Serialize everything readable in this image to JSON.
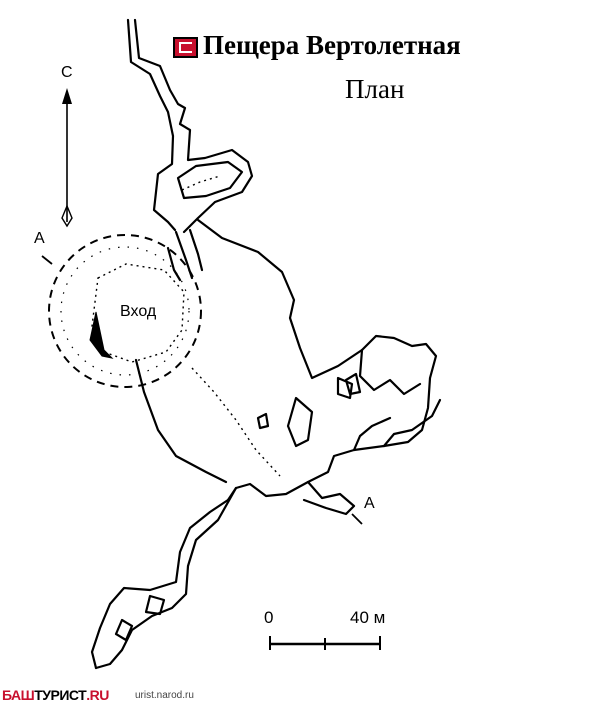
{
  "title": "Пещера Вертолетная",
  "subtitle": "План",
  "north_label": "С",
  "entrance_label": "Вход",
  "section_label_left": "А",
  "section_label_right": "А",
  "scale": {
    "start": "0",
    "end": "40 м"
  },
  "footer": {
    "brand_part1": "БАШ",
    "brand_part2": "ТУРИСТ",
    "brand_part3": ".RU",
    "url": "urist.narod.ru"
  },
  "colors": {
    "brand": "#c8102e",
    "ink": "#000000"
  },
  "icons": {
    "logo": "bashturist-logo-icon",
    "north": "north-arrow-icon"
  }
}
